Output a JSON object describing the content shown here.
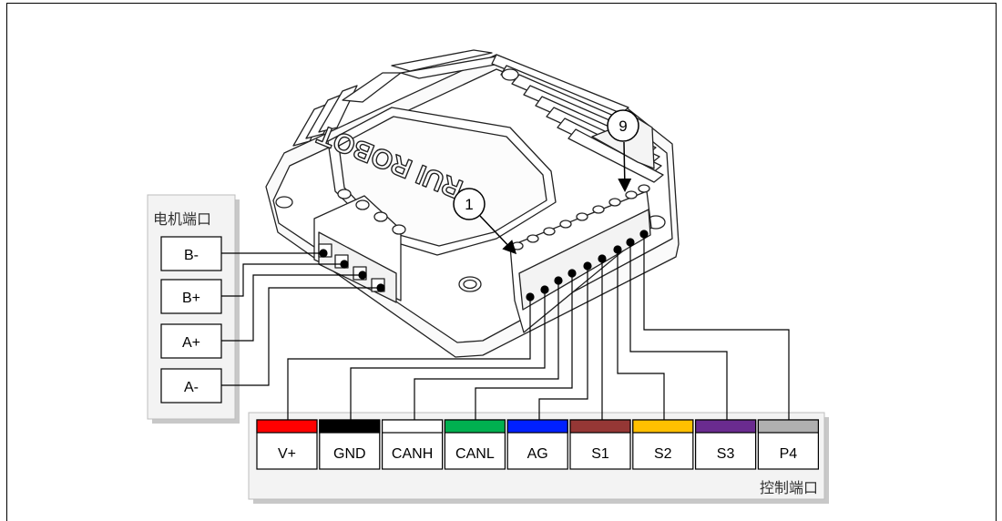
{
  "header_fragment": "",
  "motor_port": {
    "label": "电机端口",
    "pins": [
      "B-",
      "B+",
      "A+",
      "A-"
    ]
  },
  "control_port": {
    "label": "控制端口",
    "pins": [
      {
        "label": "V+",
        "color": "#ff0000"
      },
      {
        "label": "GND",
        "color": "#000000"
      },
      {
        "label": "CANH",
        "color": "#ffffff"
      },
      {
        "label": "CANL",
        "color": "#00b050"
      },
      {
        "label": "AG",
        "color": "#0020ff"
      },
      {
        "label": "S1",
        "color": "#953735"
      },
      {
        "label": "S2",
        "color": "#ffc000"
      },
      {
        "label": "S3",
        "color": "#6a2b8f"
      },
      {
        "label": "P4",
        "color": "#b0b0b0"
      }
    ]
  },
  "device": {
    "brand_text": "RUI ROBOT"
  },
  "callouts": [
    {
      "label": "1"
    },
    {
      "label": "9"
    }
  ]
}
